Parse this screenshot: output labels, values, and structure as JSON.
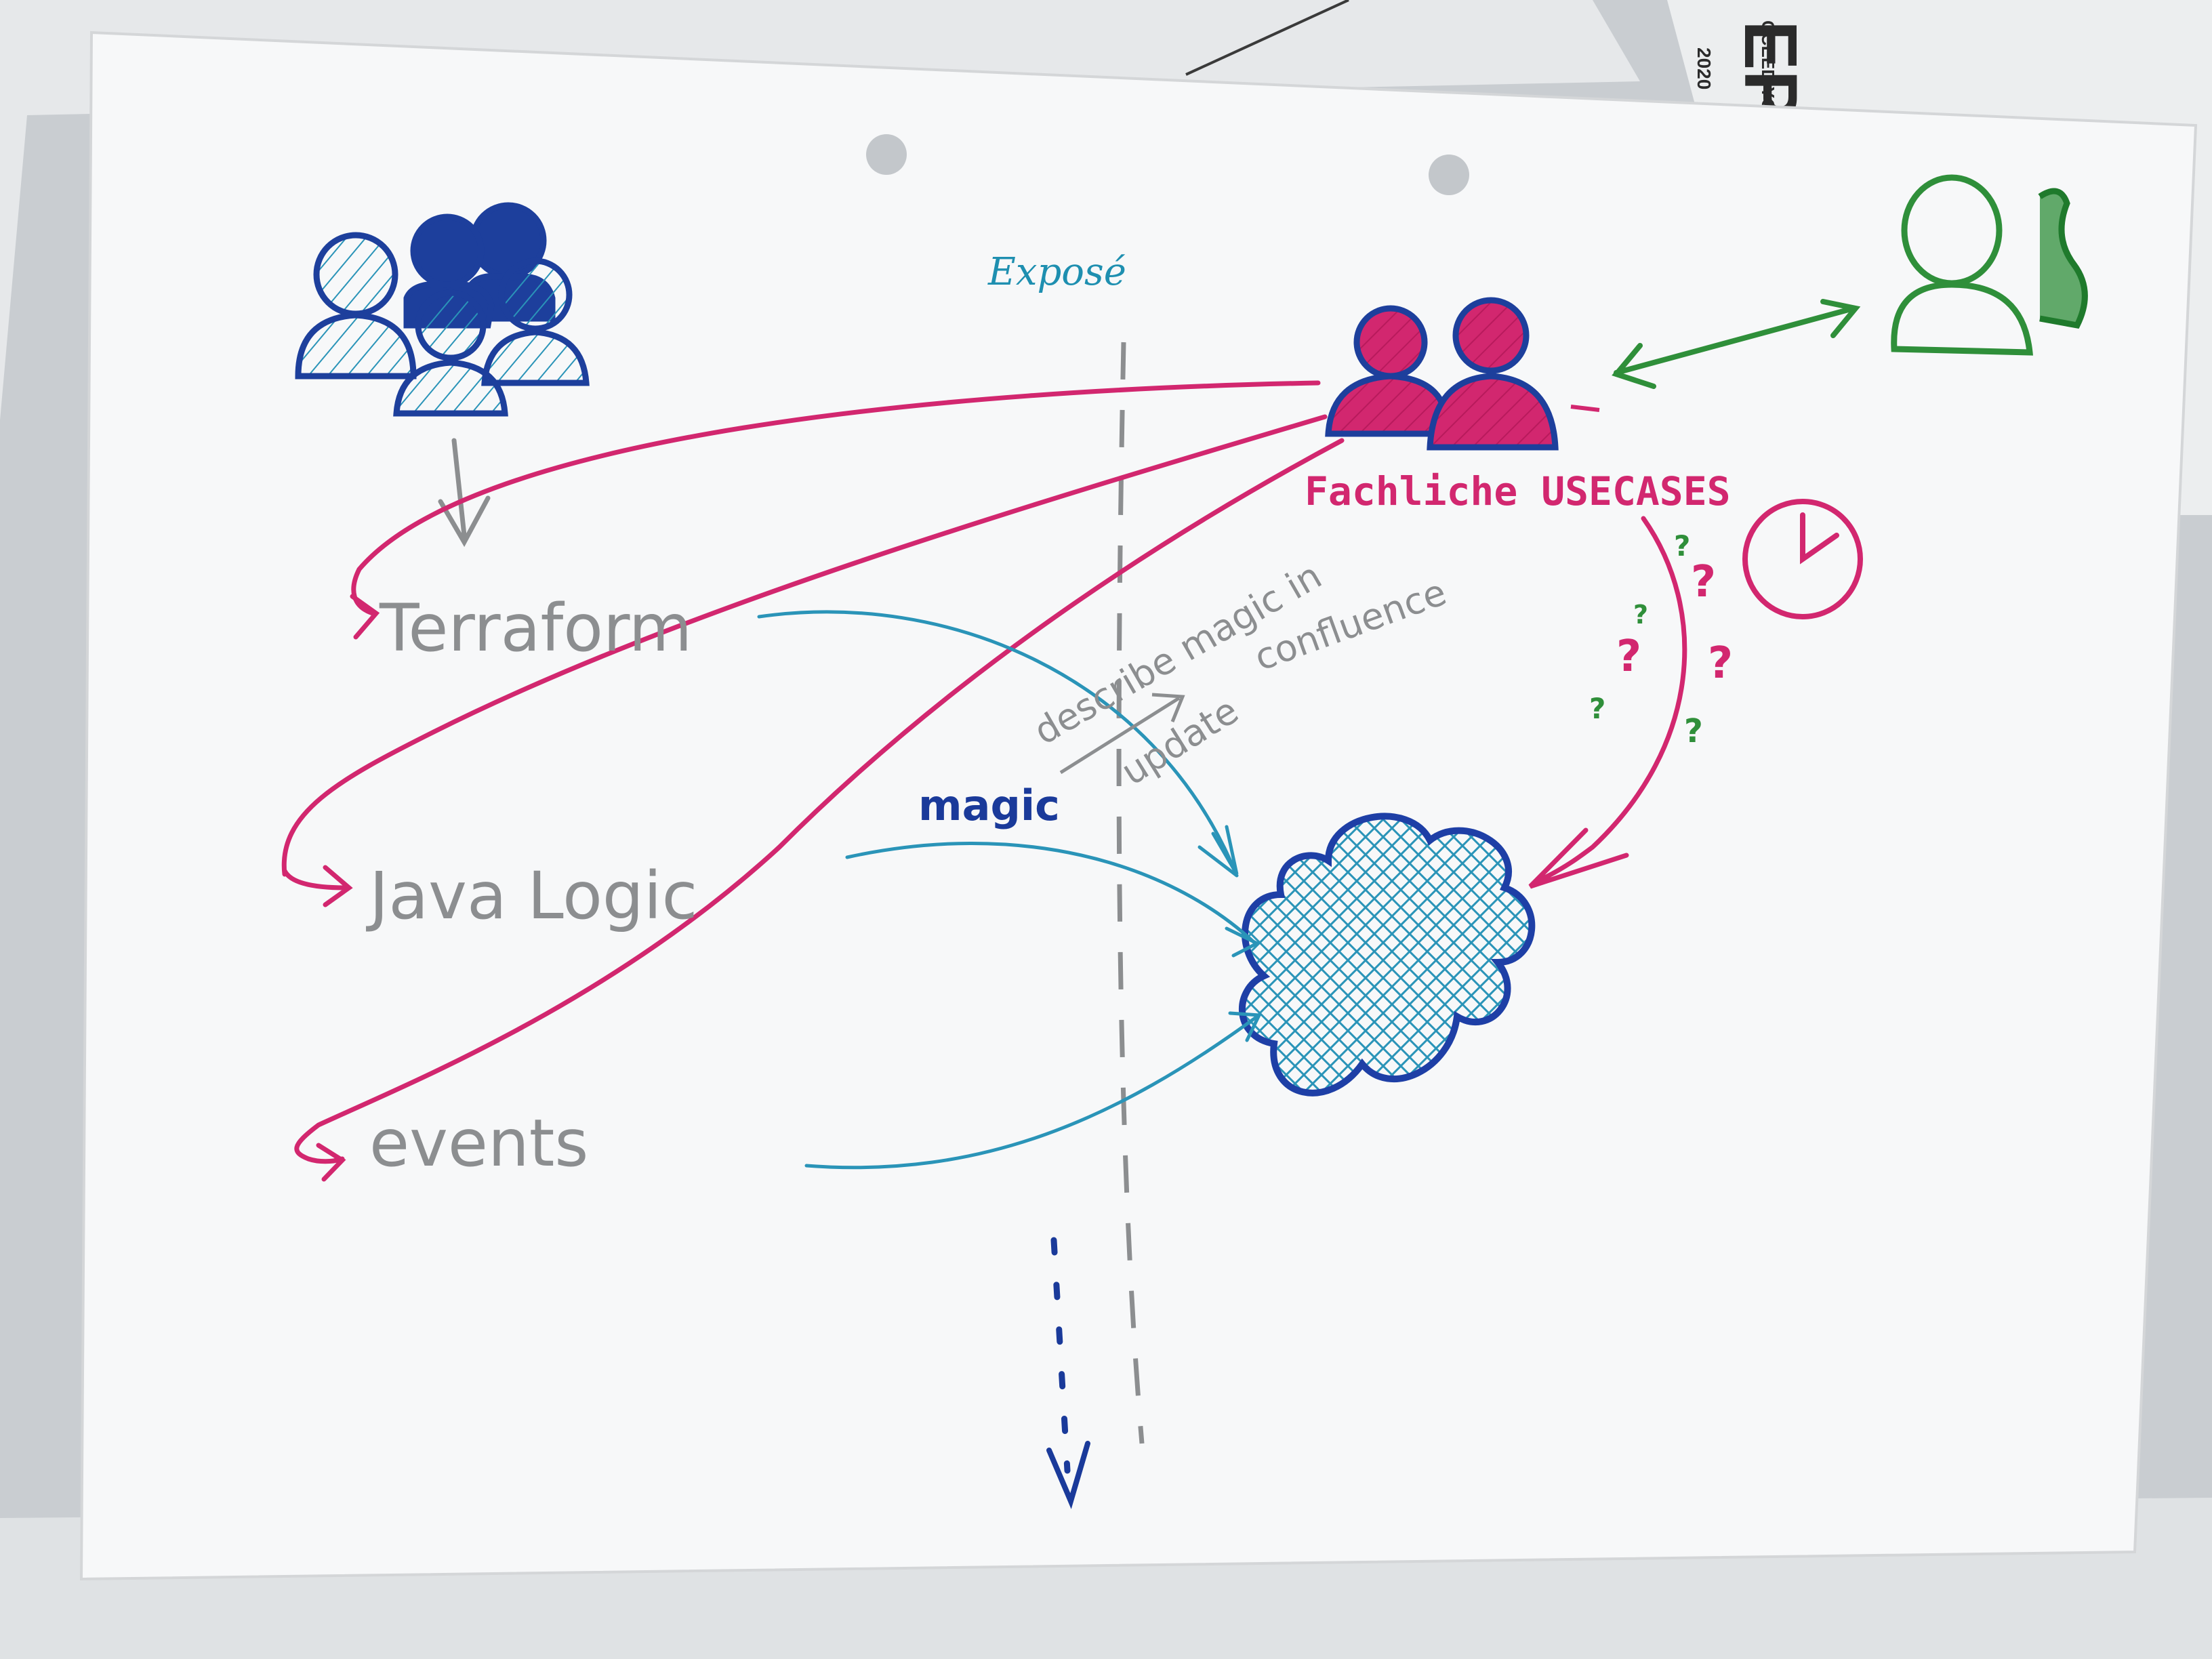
{
  "labels": {
    "expose": "Exposé",
    "terraform": "Terraform",
    "java_logic": "Java Logic",
    "events": "events",
    "fachliche_usecases": "Fachliche USECASES",
    "magic": "magic",
    "describe_magic": "describe magic in",
    "confluence": "confluence",
    "update": "update",
    "question_mark": "?"
  },
  "corner_print": {
    "year": "2020",
    "brand": "EPS",
    "tagline": "CCEED YOU"
  },
  "colors": {
    "crowd": "#1d3f9c",
    "usecase": "#d2276f",
    "stakeholder": "#2f8f3a",
    "cloud": "#1e3fa6",
    "flow": "#2a94b8",
    "pencil_gray": "#8c8e90",
    "question_green": "#2f8f3a"
  },
  "icons": [
    "people-group-icon",
    "people-pair-icon",
    "person-icon",
    "clock-icon",
    "cloud-icon"
  ]
}
